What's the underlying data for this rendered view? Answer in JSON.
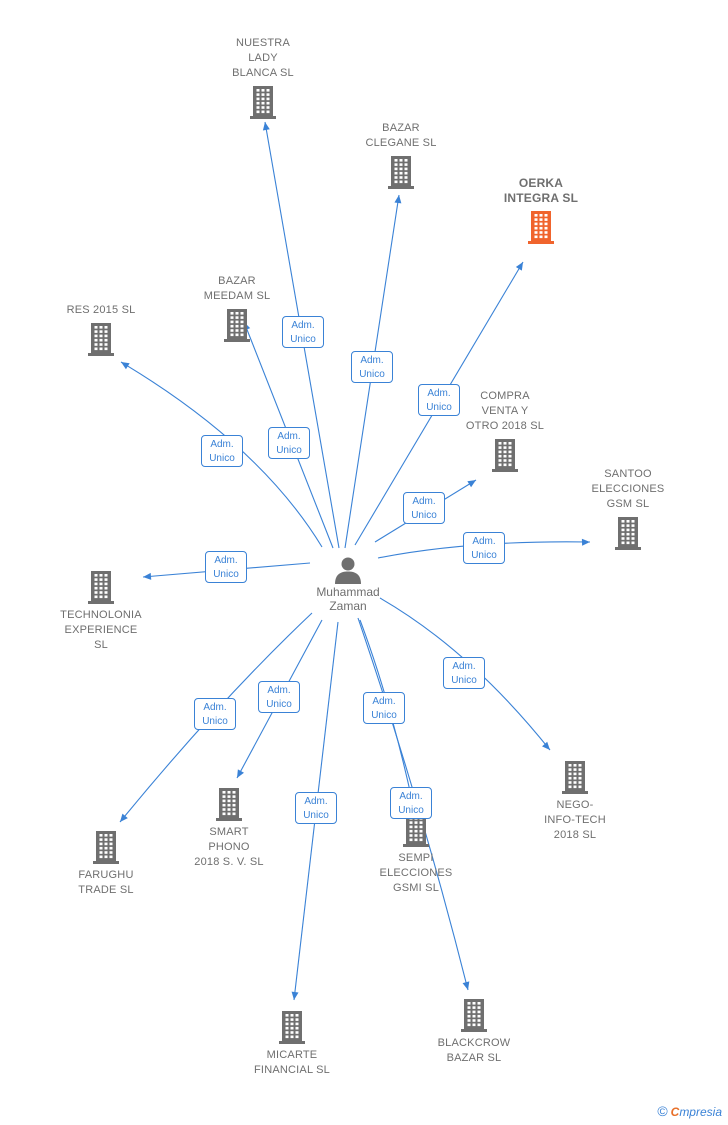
{
  "center": {
    "name_line1": "Muhammad",
    "name_line2": "Zaman",
    "icon": "person-icon"
  },
  "relation_line1": "Adm.",
  "relation_line2": "Unico",
  "colors": {
    "edge": "#3a82d6",
    "building": "#6f6f6f",
    "focus_building": "#f0642d",
    "label": "#6f6f6f"
  },
  "companies": [
    {
      "id": "nuestra-lady-blanca",
      "lines": [
        "NUESTRA",
        "LADY",
        "BLANCA  SL"
      ],
      "focus": false,
      "icon": "building-icon"
    },
    {
      "id": "bazar-clegane",
      "lines": [
        "BAZAR",
        "CLEGANE  SL"
      ],
      "focus": false,
      "icon": "building-icon"
    },
    {
      "id": "oerka-integra",
      "lines": [
        "OERKA",
        "INTEGRA  SL"
      ],
      "focus": true,
      "icon": "building-icon"
    },
    {
      "id": "bazar-meedam",
      "lines": [
        "BAZAR",
        "MEEDAM  SL"
      ],
      "focus": false,
      "icon": "building-icon"
    },
    {
      "id": "res-2015",
      "lines": [
        "RES 2015  SL"
      ],
      "focus": false,
      "icon": "building-icon"
    },
    {
      "id": "compra-venta",
      "lines": [
        "COMPRA",
        "VENTA Y",
        "OTRO 2018  SL"
      ],
      "focus": false,
      "icon": "building-icon"
    },
    {
      "id": "santoo-elecciones",
      "lines": [
        "SANTOO",
        "ELECCIONES",
        "GSM  SL"
      ],
      "focus": false,
      "icon": "building-icon"
    },
    {
      "id": "technolonia",
      "lines": [
        "TECHNOLONIA",
        "EXPERIENCE",
        "SL"
      ],
      "focus": false,
      "icon": "building-icon"
    },
    {
      "id": "nego-info-tech",
      "lines": [
        "NEGO-",
        "INFO-TECH",
        "2018  SL"
      ],
      "focus": false,
      "icon": "building-icon"
    },
    {
      "id": "faruqhu-trade",
      "lines": [
        "FARUGHU",
        "TRADE  SL"
      ],
      "focus": false,
      "icon": "building-icon"
    },
    {
      "id": "smart-phono",
      "lines": [
        "SMART",
        "PHONO",
        "2018 S. V.  SL"
      ],
      "focus": false,
      "icon": "building-icon"
    },
    {
      "id": "sempi-elecciones",
      "lines": [
        "SEMPI",
        "ELECCIONES",
        "GSMI  SL"
      ],
      "focus": false,
      "icon": "building-icon"
    },
    {
      "id": "micarte-financial",
      "lines": [
        "MICARTE",
        "FINANCIAL  SL"
      ],
      "focus": false,
      "icon": "building-icon"
    },
    {
      "id": "blackcrow-bazar",
      "lines": [
        "BLACKCROW",
        "BAZAR  SL"
      ],
      "focus": false,
      "icon": "building-icon"
    }
  ],
  "footer": {
    "copyright": "©",
    "brand_initial": "C",
    "brand_rest": "mpresia"
  }
}
